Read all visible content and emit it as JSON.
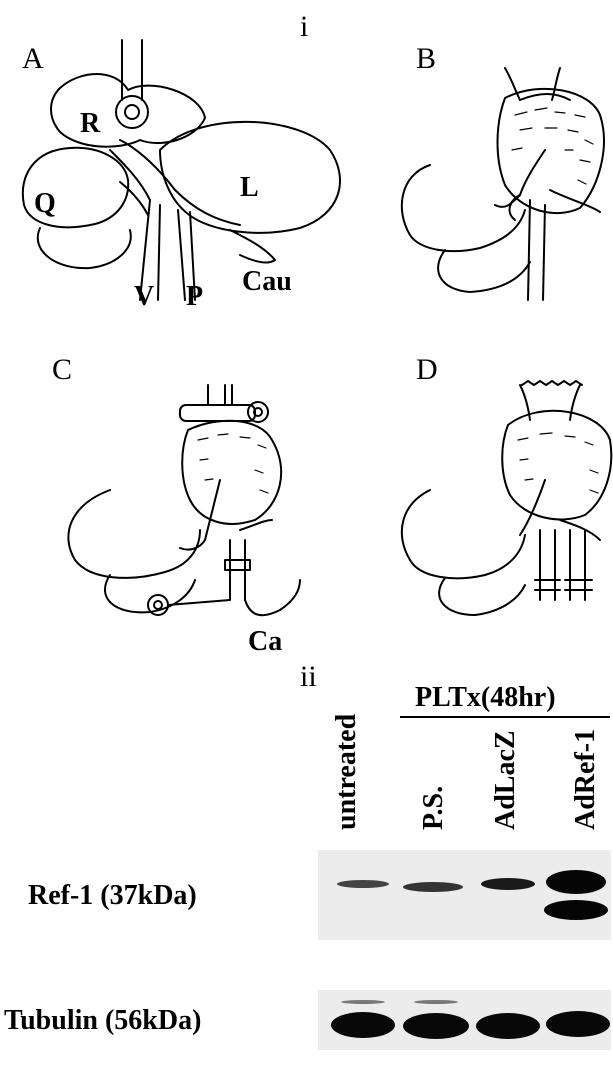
{
  "part_i": {
    "label": "i",
    "panels": [
      "A",
      "B",
      "C",
      "D"
    ],
    "panel_a_labels": {
      "r": "R",
      "q": "Q",
      "l": "L",
      "v": "V",
      "p": "P",
      "cau": "Cau"
    },
    "panel_c_labels": {
      "ca": "Ca"
    }
  },
  "part_ii": {
    "label": "ii",
    "treatment_group": "PLTx(48hr)",
    "lanes": [
      "untreated",
      "P.S.",
      "AdLacZ",
      "AdRef-1"
    ],
    "rows": [
      {
        "label": "Ref-1 (37kDa)"
      },
      {
        "label": "Tubulin (56kDa)"
      }
    ]
  }
}
